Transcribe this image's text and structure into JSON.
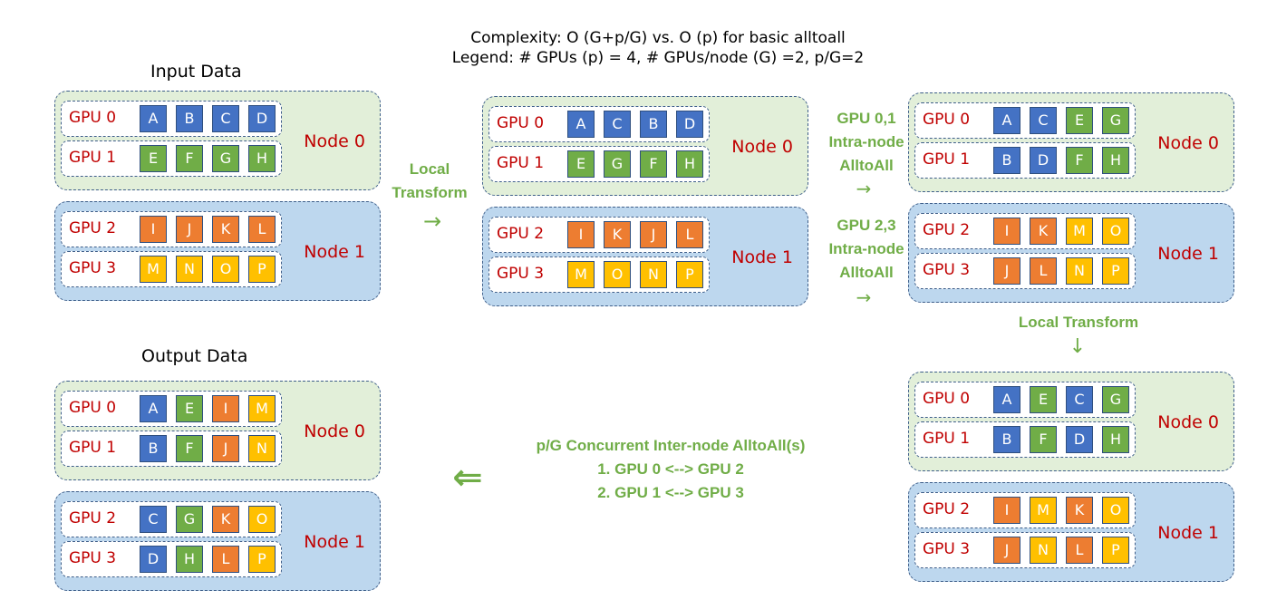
{
  "header": {
    "complexity": "Complexity: O (G+p/G) vs. O (p) for basic alltoall",
    "legend": "Legend: # GPUs (p) = 4, # GPUs/node (G) =2, p/G=2"
  },
  "colors": {
    "blue": "#4472c4",
    "green": "#70ad47",
    "orange": "#ed7d31",
    "yellow": "#ffc000",
    "node0_bg": "#e2efd9",
    "node1_bg": "#bdd7ee",
    "label_red": "#c00000",
    "step_green": "#70ad47"
  },
  "panels": [
    {
      "title": "Input Data",
      "nodes": [
        {
          "label": "Node 0",
          "rows": [
            {
              "gpu": "GPU 0",
              "cells": [
                [
                  "A",
                  "blue"
                ],
                [
                  "B",
                  "blue"
                ],
                [
                  "C",
                  "blue"
                ],
                [
                  "D",
                  "blue"
                ]
              ]
            },
            {
              "gpu": "GPU 1",
              "cells": [
                [
                  "E",
                  "green"
                ],
                [
                  "F",
                  "green"
                ],
                [
                  "G",
                  "green"
                ],
                [
                  "H",
                  "green"
                ]
              ]
            }
          ]
        },
        {
          "label": "Node 1",
          "rows": [
            {
              "gpu": "GPU 2",
              "cells": [
                [
                  "I",
                  "orange"
                ],
                [
                  "J",
                  "orange"
                ],
                [
                  "K",
                  "orange"
                ],
                [
                  "L",
                  "orange"
                ]
              ]
            },
            {
              "gpu": "GPU 3",
              "cells": [
                [
                  "M",
                  "yellow"
                ],
                [
                  "N",
                  "yellow"
                ],
                [
                  "O",
                  "yellow"
                ],
                [
                  "P",
                  "yellow"
                ]
              ]
            }
          ]
        }
      ]
    },
    {
      "title": "",
      "nodes": [
        {
          "label": "Node 0",
          "rows": [
            {
              "gpu": "GPU 0",
              "cells": [
                [
                  "A",
                  "blue"
                ],
                [
                  "C",
                  "blue"
                ],
                [
                  "B",
                  "blue"
                ],
                [
                  "D",
                  "blue"
                ]
              ]
            },
            {
              "gpu": "GPU 1",
              "cells": [
                [
                  "E",
                  "green"
                ],
                [
                  "G",
                  "green"
                ],
                [
                  "F",
                  "green"
                ],
                [
                  "H",
                  "green"
                ]
              ]
            }
          ]
        },
        {
          "label": "Node 1",
          "rows": [
            {
              "gpu": "GPU 2",
              "cells": [
                [
                  "I",
                  "orange"
                ],
                [
                  "K",
                  "orange"
                ],
                [
                  "J",
                  "orange"
                ],
                [
                  "L",
                  "orange"
                ]
              ]
            },
            {
              "gpu": "GPU 3",
              "cells": [
                [
                  "M",
                  "yellow"
                ],
                [
                  "O",
                  "yellow"
                ],
                [
                  "N",
                  "yellow"
                ],
                [
                  "P",
                  "yellow"
                ]
              ]
            }
          ]
        }
      ]
    },
    {
      "title": "",
      "nodes": [
        {
          "label": "Node 0",
          "rows": [
            {
              "gpu": "GPU 0",
              "cells": [
                [
                  "A",
                  "blue"
                ],
                [
                  "C",
                  "blue"
                ],
                [
                  "E",
                  "green"
                ],
                [
                  "G",
                  "green"
                ]
              ]
            },
            {
              "gpu": "GPU 1",
              "cells": [
                [
                  "B",
                  "blue"
                ],
                [
                  "D",
                  "blue"
                ],
                [
                  "F",
                  "green"
                ],
                [
                  "H",
                  "green"
                ]
              ]
            }
          ]
        },
        {
          "label": "Node 1",
          "rows": [
            {
              "gpu": "GPU 2",
              "cells": [
                [
                  "I",
                  "orange"
                ],
                [
                  "K",
                  "orange"
                ],
                [
                  "M",
                  "yellow"
                ],
                [
                  "O",
                  "yellow"
                ]
              ]
            },
            {
              "gpu": "GPU 3",
              "cells": [
                [
                  "J",
                  "orange"
                ],
                [
                  "L",
                  "orange"
                ],
                [
                  "N",
                  "yellow"
                ],
                [
                  "P",
                  "yellow"
                ]
              ]
            }
          ]
        }
      ]
    },
    {
      "title": "",
      "nodes": [
        {
          "label": "Node 0",
          "rows": [
            {
              "gpu": "GPU 0",
              "cells": [
                [
                  "A",
                  "blue"
                ],
                [
                  "E",
                  "green"
                ],
                [
                  "C",
                  "blue"
                ],
                [
                  "G",
                  "green"
                ]
              ]
            },
            {
              "gpu": "GPU 1",
              "cells": [
                [
                  "B",
                  "blue"
                ],
                [
                  "F",
                  "green"
                ],
                [
                  "D",
                  "blue"
                ],
                [
                  "H",
                  "green"
                ]
              ]
            }
          ]
        },
        {
          "label": "Node 1",
          "rows": [
            {
              "gpu": "GPU 2",
              "cells": [
                [
                  "I",
                  "orange"
                ],
                [
                  "M",
                  "yellow"
                ],
                [
                  "K",
                  "orange"
                ],
                [
                  "O",
                  "yellow"
                ]
              ]
            },
            {
              "gpu": "GPU 3",
              "cells": [
                [
                  "J",
                  "orange"
                ],
                [
                  "N",
                  "yellow"
                ],
                [
                  "L",
                  "orange"
                ],
                [
                  "P",
                  "yellow"
                ]
              ]
            }
          ]
        }
      ]
    },
    {
      "title": "Output Data",
      "nodes": [
        {
          "label": "Node 0",
          "rows": [
            {
              "gpu": "GPU 0",
              "cells": [
                [
                  "A",
                  "blue"
                ],
                [
                  "E",
                  "green"
                ],
                [
                  "I",
                  "orange"
                ],
                [
                  "M",
                  "yellow"
                ]
              ]
            },
            {
              "gpu": "GPU 1",
              "cells": [
                [
                  "B",
                  "blue"
                ],
                [
                  "F",
                  "green"
                ],
                [
                  "J",
                  "orange"
                ],
                [
                  "N",
                  "yellow"
                ]
              ]
            }
          ]
        },
        {
          "label": "Node 1",
          "rows": [
            {
              "gpu": "GPU 2",
              "cells": [
                [
                  "C",
                  "blue"
                ],
                [
                  "G",
                  "green"
                ],
                [
                  "K",
                  "orange"
                ],
                [
                  "O",
                  "yellow"
                ]
              ]
            },
            {
              "gpu": "GPU 3",
              "cells": [
                [
                  "D",
                  "blue"
                ],
                [
                  "H",
                  "green"
                ],
                [
                  "L",
                  "orange"
                ],
                [
                  "P",
                  "yellow"
                ]
              ]
            }
          ]
        }
      ]
    }
  ],
  "steps": {
    "local_transform_1": [
      "Local",
      "Transform"
    ],
    "intra_node_01": [
      "GPU 0,1",
      "Intra-node",
      "AlltoAll"
    ],
    "intra_node_23": [
      "GPU 2,3",
      "Intra-node",
      "AlltoAll"
    ],
    "local_transform_2": "Local Transform",
    "inter_node": [
      "p/G Concurrent Inter-node AlltoAll(s)",
      "1. GPU 0 <--> GPU 2",
      "2. GPU 1 <--> GPU 3"
    ]
  },
  "arrows": {
    "right": "→",
    "down": "↓",
    "left": "⇐"
  }
}
